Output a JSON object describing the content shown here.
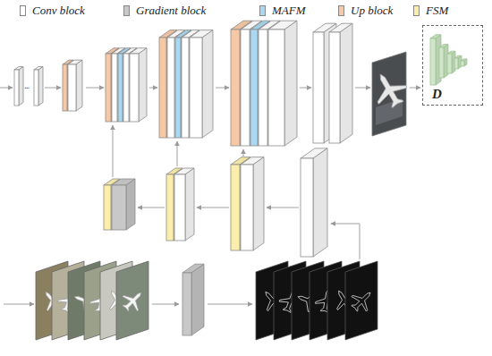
{
  "diagram": {
    "nodes": [
      {
        "text": [
          "D"
        ]
      }
    ],
    "labels": [
      "..."
    ],
    "legend": [
      {
        "text": "Conv block",
        "color": "#ffffff"
      },
      {
        "text": "Gradient block",
        "color": "#c8c8c8"
      },
      {
        "text": "MAFM",
        "color": "#a9d8f2"
      },
      {
        "text": "Up block",
        "color": "#f7c8a6"
      },
      {
        "text": "FSM",
        "color": "#fbeeaa"
      }
    ]
  }
}
